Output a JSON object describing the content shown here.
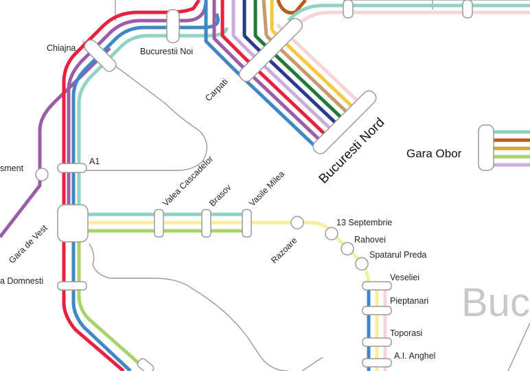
{
  "map": {
    "city_label": "Bucu",
    "colors": {
      "red": "#e8213f",
      "purple": "#9b5ea6",
      "blue": "#3f88c5",
      "teal": "#8fd3c5",
      "lime": "#a8d36b",
      "pale_yellow": "#f6ef9e",
      "pink": "#f5d5d6",
      "yellow": "#f5c842",
      "tan": "#c79a6a",
      "green": "#1f7a3a",
      "navy": "#2a3a8c",
      "lavender": "#c8aed8",
      "orange_brown": "#b85c1f",
      "gold": "#d2a43a"
    },
    "stations": {
      "chiajna": "Chiajna",
      "bucuresti_noi": "Bucurestii Noi",
      "carpati": "Carpati",
      "bucuresti_nord": "Bucuresti Nord",
      "gara_obor": "Gara Obor",
      "a1": "A1",
      "valea_cascadelor": "Valea Cascadelor",
      "brasov": "Brasov",
      "vasile_milea": "Vasile Milea",
      "treisprezece_septembrie": "13 Septembrie",
      "razoare": "Razoare",
      "rahovei": "Rahovei",
      "spatarul_preda": "Spatarul Preda",
      "veseliei": "Veseliei",
      "pieptanari": "Pieptanari",
      "toporasi": "Toporasi",
      "ai_anghel": "A.I. Anghel",
      "gara_de_vest": "Gara de Vest",
      "domnesti": "a Domnesti",
      "sment": "sment"
    }
  }
}
